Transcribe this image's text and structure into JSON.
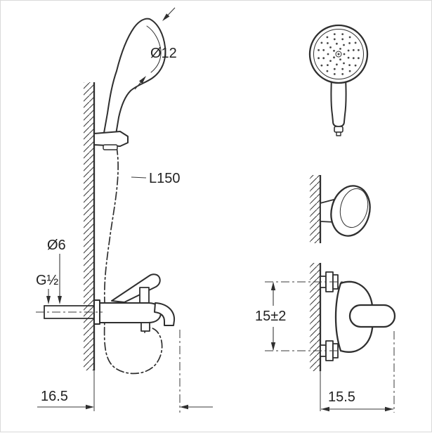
{
  "dimensions": {
    "head_diameter": "Ø12",
    "hose_length": "L150",
    "hole_diameter": "Ø6",
    "thread_size": "G½",
    "spout_reach": "16.5",
    "center_distance": "15±2",
    "wall_projection": "15.5"
  }
}
